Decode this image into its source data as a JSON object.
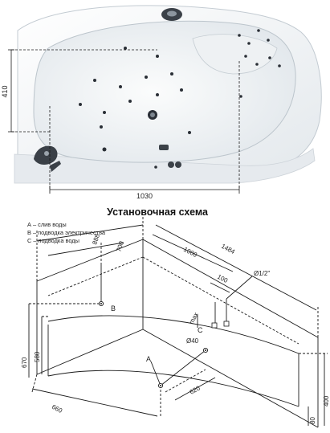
{
  "photo": {
    "dim_height": "410",
    "dim_width": "1030"
  },
  "title": "Установочная схема",
  "legend": [
    "А – слив воды",
    "В – подводка электричества",
    "С – подводка воды"
  ],
  "schema": {
    "labels": {
      "A": "A",
      "B": "B",
      "C": "C"
    },
    "dims": {
      "d888": "888",
      "d700": "700",
      "d1000": "1000",
      "d1484": "1484",
      "d100": "100",
      "thread": "Ø1/2\"",
      "max": "max",
      "d40": "Ø40",
      "d670": "670",
      "d580": "580",
      "d620": "620",
      "d660": "660",
      "d80": "80",
      "d400": "400"
    }
  },
  "colors": {
    "line": "#1a1a1a",
    "tub_fill": "#f4f6f7",
    "tub_shadow": "#c9d0d6",
    "jet": "#2a2f36"
  }
}
